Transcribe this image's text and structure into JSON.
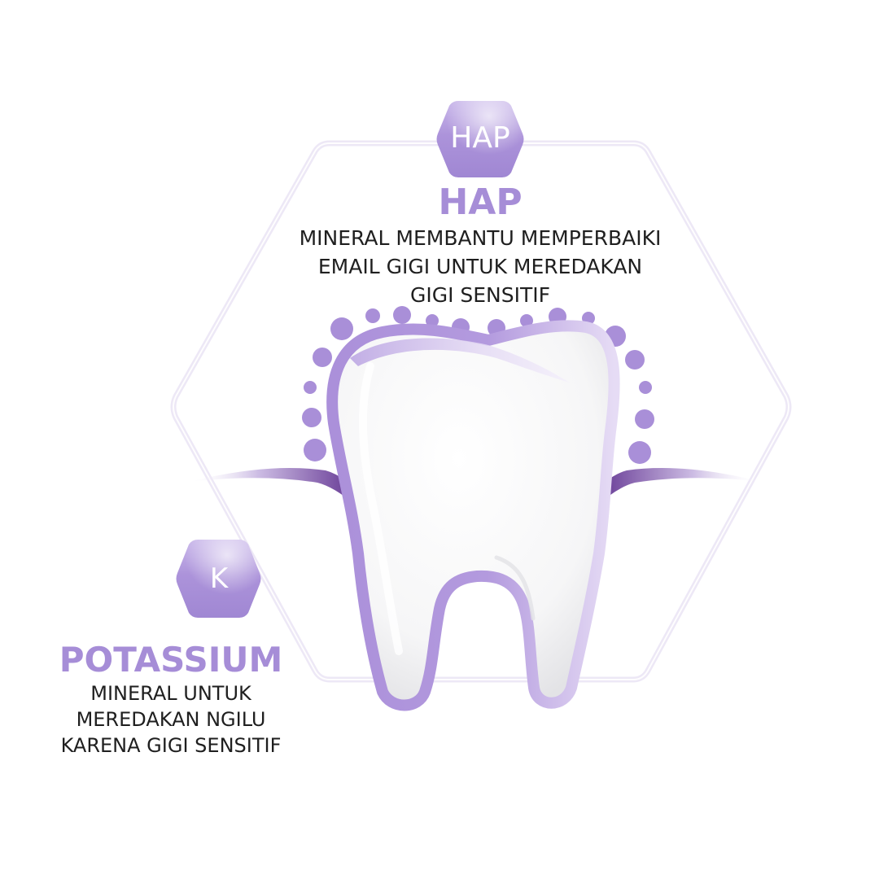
{
  "colors": {
    "accent_purple": "#a68dd7",
    "dot_purple": "#a98fd8",
    "outline_purple": "#ae94dc",
    "gum_purple": "#6b3d98",
    "text_dark": "#1f1f1f",
    "hex_outline": "#ece6f6"
  },
  "hap": {
    "badge_label": "HAP",
    "title": "HAP",
    "description_lines": [
      "MINERAL MEMBANTU MEMPERBAIKI",
      "EMAIL GIGI UNTUK MEREDAKAN",
      "GIGI SENSITIF"
    ]
  },
  "potassium": {
    "badge_label": "K",
    "title": "POTASSIUM",
    "description_lines": [
      "MINERAL UNTUK",
      "MEREDAKAN NGILU",
      "KARENA GIGI SENSITIF"
    ]
  },
  "illustration": {
    "subject": "tooth-icon",
    "background_shape": "hexagon-outline",
    "mineral_dots": 18
  }
}
